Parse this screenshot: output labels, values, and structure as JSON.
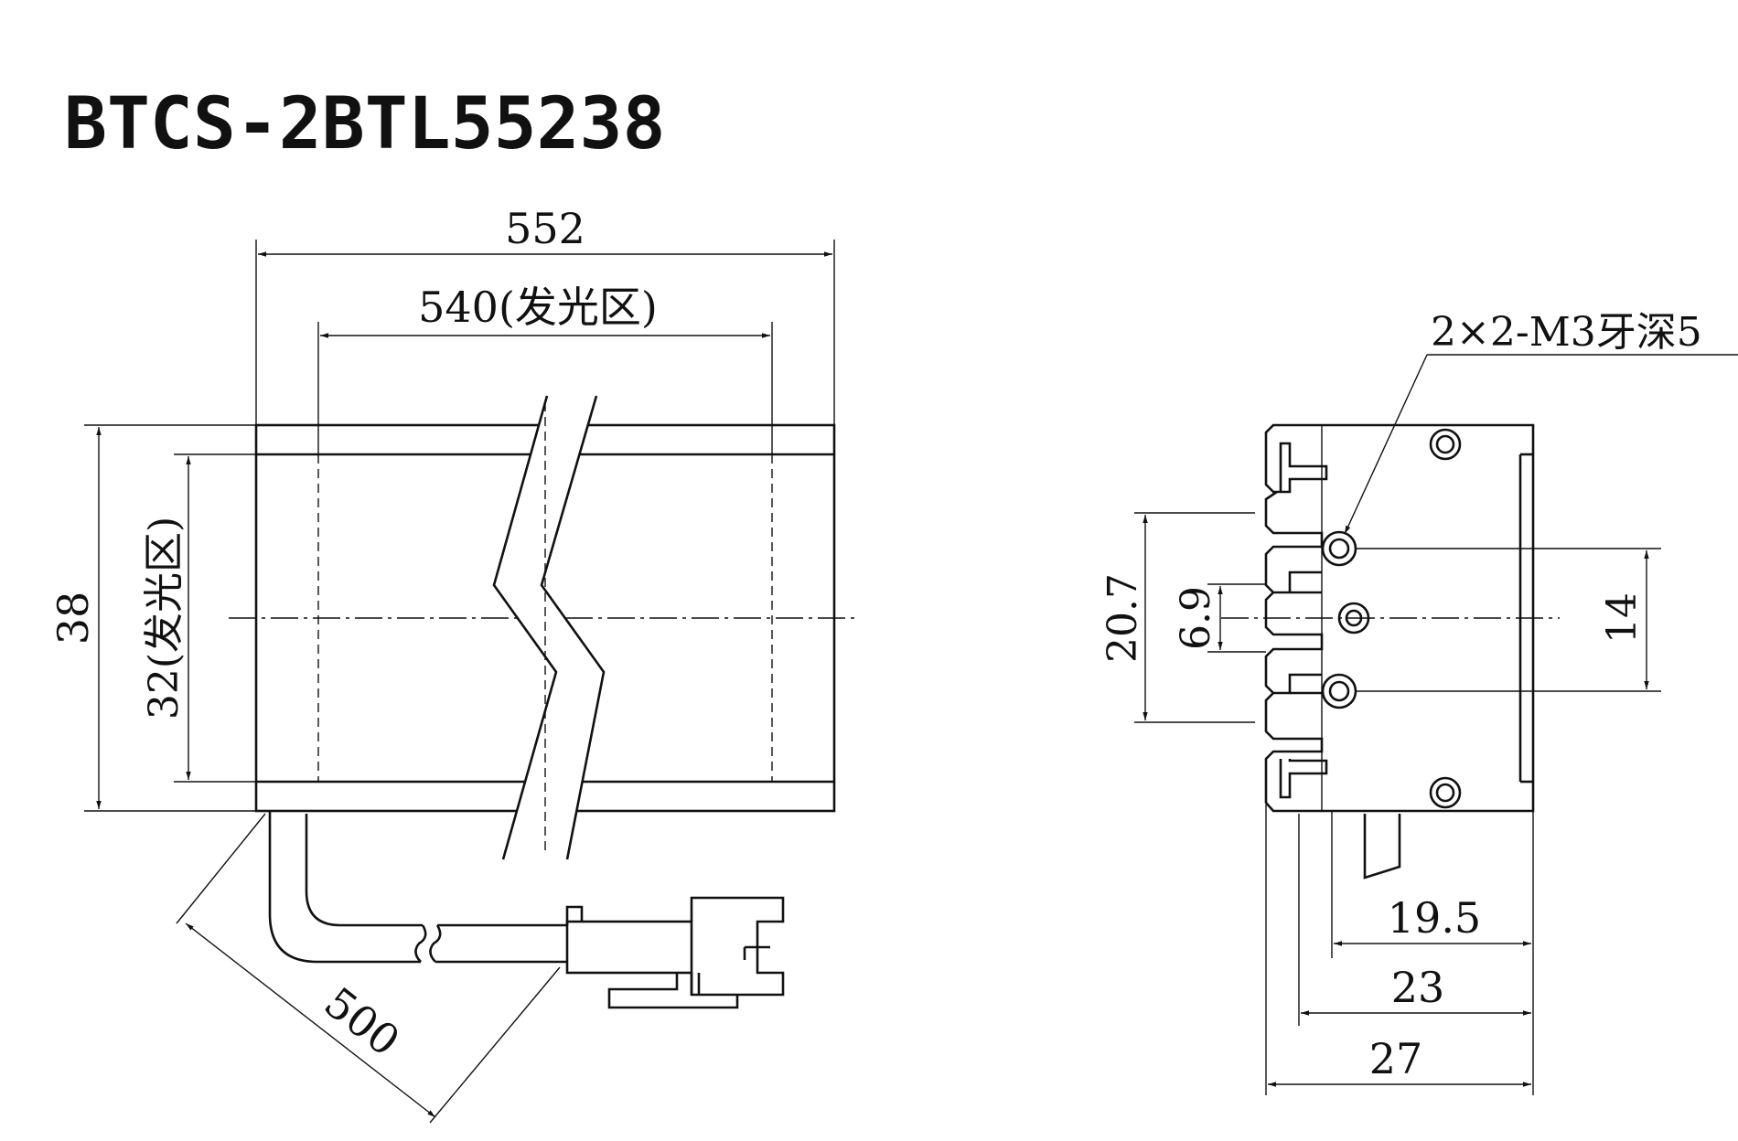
{
  "title": "BTCS-2BTL55238",
  "dimensions": {
    "overall_length": "552",
    "emitting_length": "540(发光区)",
    "overall_height": "38",
    "emitting_height": "32(发光区)",
    "cable_length": "500",
    "thread_spec": "2×2-M3牙深5",
    "hole_span_outer": "20.7",
    "hole_span_inner": "6.9",
    "hole_pitch": "14",
    "width_a": "19.5",
    "width_b": "23",
    "width_c": "27"
  }
}
